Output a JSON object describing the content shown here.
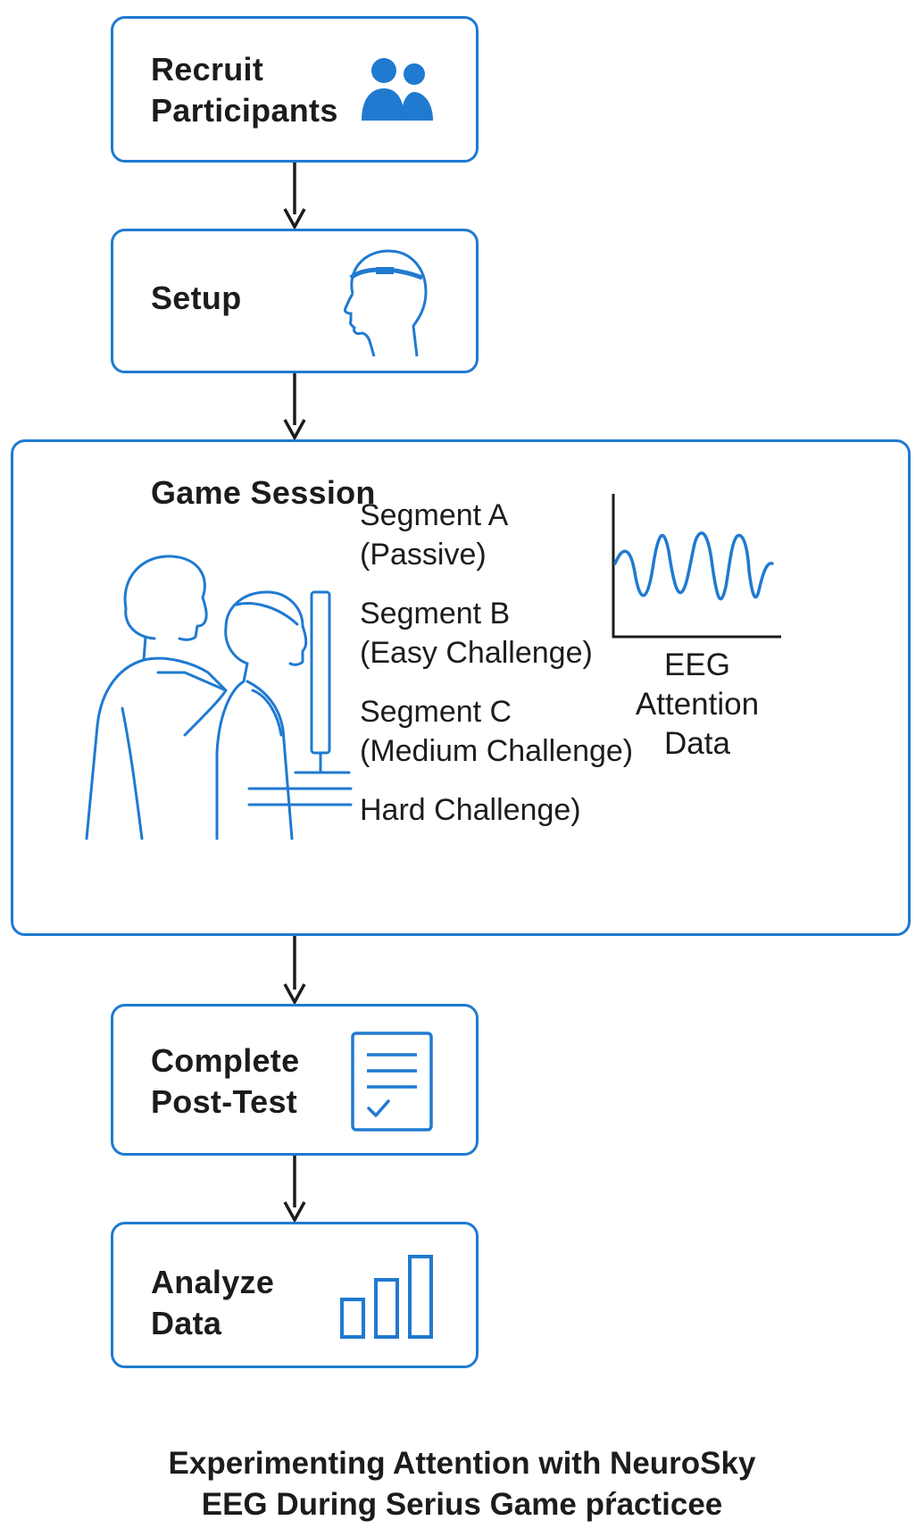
{
  "steps": {
    "recruit": {
      "line1": "Recruit",
      "line2": "Participants",
      "icon": "people-icon"
    },
    "setup": {
      "label": "Setup",
      "icon": "head-eeg-headset-icon"
    },
    "game_session": {
      "title": "Game Session",
      "illustration": "instructor-and-student-at-monitor-illustration",
      "segments": [
        {
          "line1": "Segment A",
          "line2": "(Passive)"
        },
        {
          "line1": "Segment B",
          "line2": "(Easy Challenge)"
        },
        {
          "line1": "Segment C",
          "line2": "(Medium Challenge)"
        },
        {
          "line1": "Hard Challenge)"
        }
      ],
      "eeg": {
        "line1": "EEG",
        "line2": "Attention",
        "line3": "Data",
        "icon": "eeg-waveform-chart-icon"
      }
    },
    "post_test": {
      "line1": "Complete",
      "line2": "Post-Test",
      "icon": "checklist-document-icon"
    },
    "analyze": {
      "line1": "Analyze",
      "line2": "Data",
      "icon": "bar-chart-icon"
    }
  },
  "caption": {
    "line1": "Experimenting Attention with NeuroSky",
    "line2": "EEG During Serius Game pŕacticee"
  },
  "colors": {
    "accent": "#1f7ad0",
    "arrow": "#1c1c1c",
    "text": "#1c1c1c"
  }
}
